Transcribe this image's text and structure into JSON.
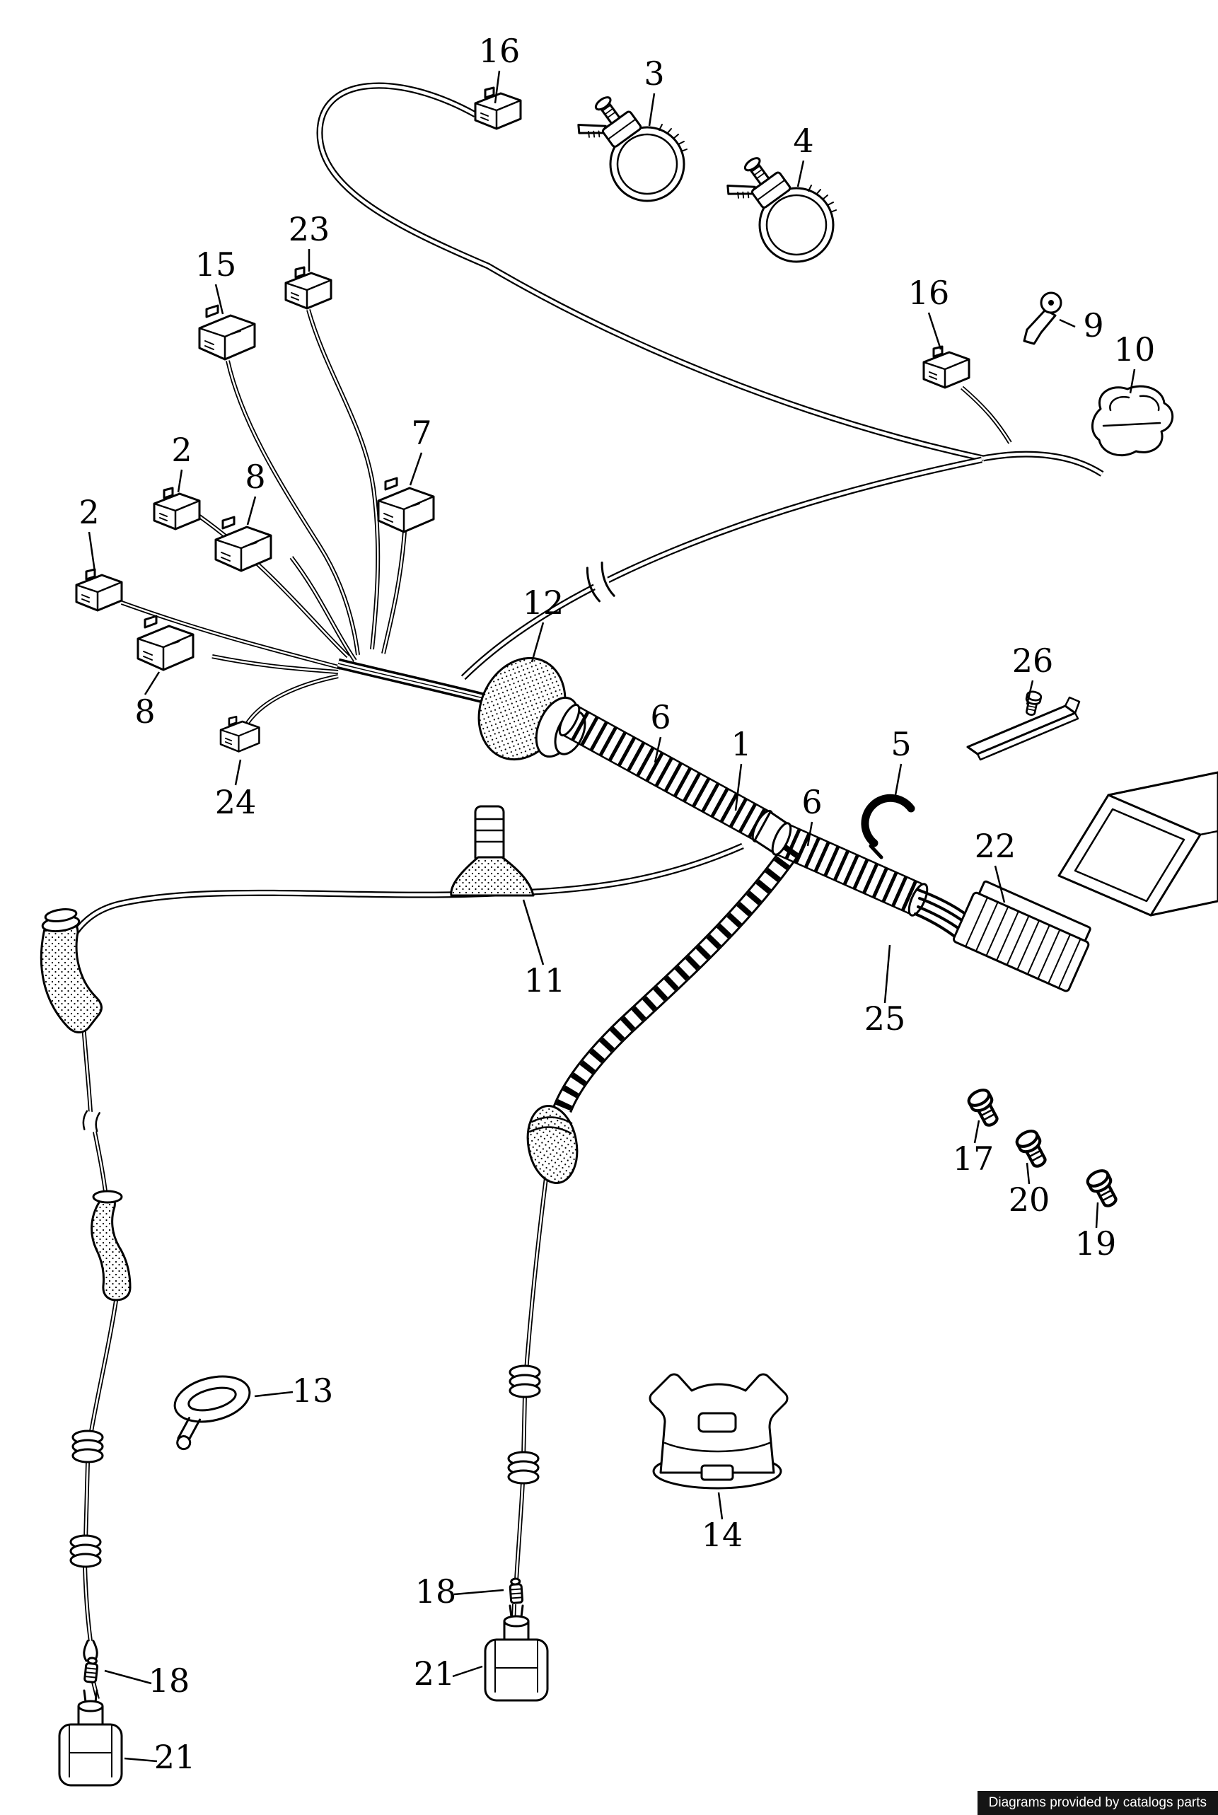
{
  "footer": {
    "text": "Diagrams provided by catalogs parts"
  },
  "callouts": [
    {
      "label": "16"
    },
    {
      "label": "3"
    },
    {
      "label": "4"
    },
    {
      "label": "23"
    },
    {
      "label": "15"
    },
    {
      "label": "16"
    },
    {
      "label": "9"
    },
    {
      "label": "10"
    },
    {
      "label": "2"
    },
    {
      "label": "8"
    },
    {
      "label": "7"
    },
    {
      "label": "2"
    },
    {
      "label": "8"
    },
    {
      "label": "12"
    },
    {
      "label": "26"
    },
    {
      "label": "24"
    },
    {
      "label": "6"
    },
    {
      "label": "1"
    },
    {
      "label": "6"
    },
    {
      "label": "5"
    },
    {
      "label": "22"
    },
    {
      "label": "11"
    },
    {
      "label": "25"
    },
    {
      "label": "17"
    },
    {
      "label": "20"
    },
    {
      "label": "19"
    },
    {
      "label": "13"
    },
    {
      "label": "14"
    },
    {
      "label": "18"
    },
    {
      "label": "21"
    },
    {
      "label": "18"
    },
    {
      "label": "21"
    }
  ]
}
